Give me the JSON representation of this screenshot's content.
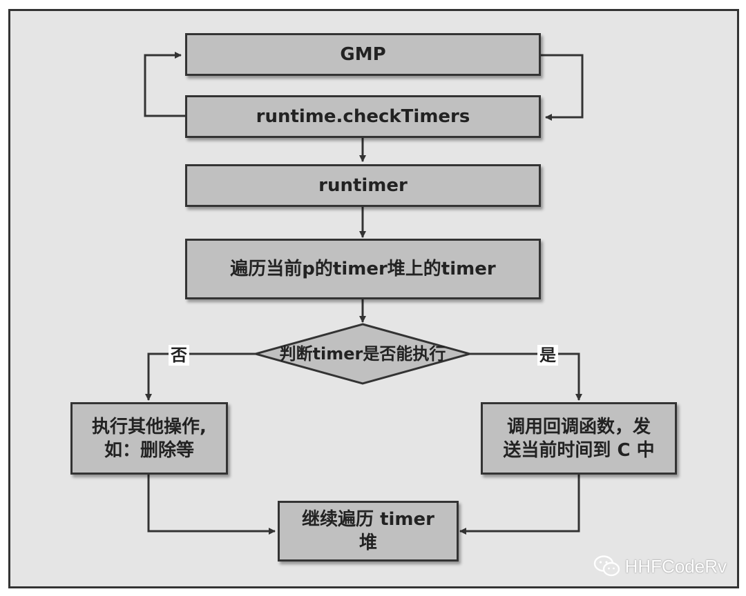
{
  "diagram": {
    "nodes": {
      "gmp": "GMP",
      "check_timers": "runtime.checkTimers",
      "runtimer": "runtimer",
      "traverse": "遍历当前p的timer堆上的timer",
      "decision": "判断timer是否能执行",
      "other_ops": "执行其他操作,\n如：删除等",
      "callback": "调用回调函数，发\n送当前时间到 C 中",
      "continue": "继续遍历 timer\n堆"
    },
    "edge_labels": {
      "no": "否",
      "yes": "是"
    },
    "colors": {
      "box_fill": "#c0c0c0",
      "background": "#e5e5e5",
      "border": "#333333"
    }
  },
  "watermark": {
    "text": "HHFCodeRv",
    "icon": "wechat-icon"
  }
}
